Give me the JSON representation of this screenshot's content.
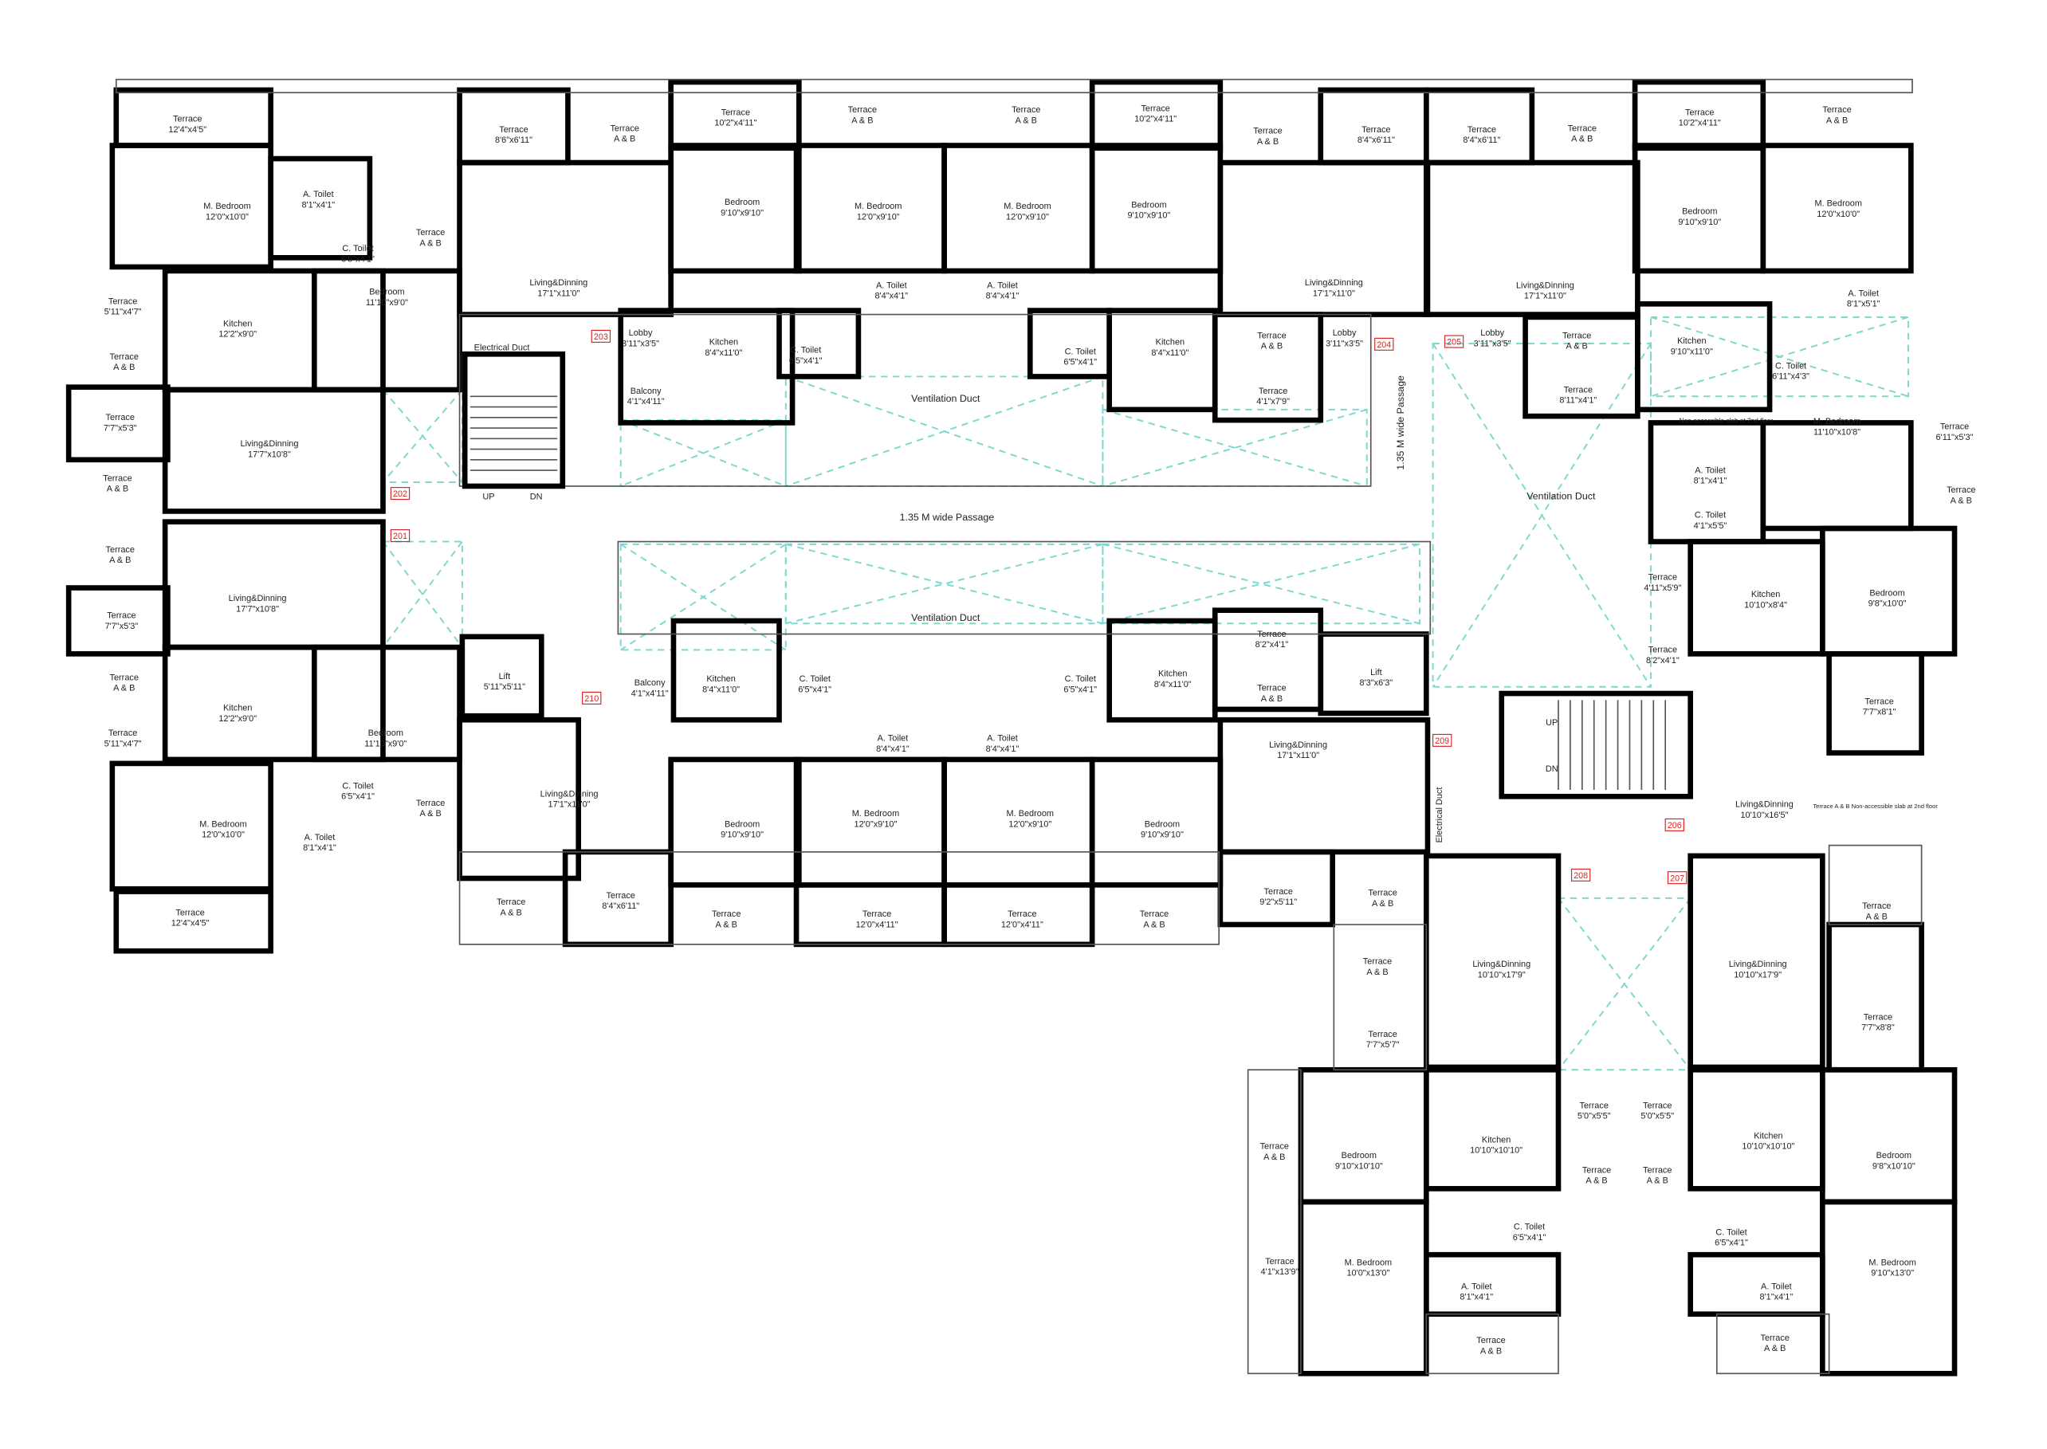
{
  "colors": {
    "walls": "#000000",
    "furniture": "#b8742a",
    "sanitary": "#1aa51a",
    "ventilation_duct": "#7fd8d0",
    "flat_numbers": "#dd2222"
  },
  "flat_numbers": [
    "201",
    "202",
    "203",
    "204",
    "205",
    "206",
    "207",
    "208",
    "209",
    "210"
  ],
  "common": {
    "passage_h": "1.35 M wide Passage",
    "passage_v": "1.35 M wide Passage",
    "vent1": "Ventilation Duct",
    "vent2": "Ventilation Duct",
    "vent3": "Ventilation Duct",
    "elec1": "Electrical Duct",
    "elec2": "Electrical Duct",
    "stair1_up": "UP",
    "stair1_dn": "DN",
    "stair2_up": "UP",
    "stair2_dn": "DN",
    "slab1": "Non-accessible slab at 2nd floor",
    "slab2": "Terrace A & B Non-accessible slab at 2nd floor"
  },
  "rooms": [
    {
      "name": "Terrace",
      "dim": "12'4\"x4'5\""
    },
    {
      "name": "M. Bedroom",
      "dim": "12'0\"x10'0\""
    },
    {
      "name": "A. Toilet",
      "dim": "8'1\"x4'1\""
    },
    {
      "name": "C. Toilet",
      "dim": "6'5\"x4'1\""
    },
    {
      "name": "Terrace",
      "dim": "A & B"
    },
    {
      "name": "Terrace",
      "dim": "5'11\"x4'7\""
    },
    {
      "name": "Kitchen",
      "dim": "12'2\"x9'0\""
    },
    {
      "name": "Bedroom",
      "dim": "11'10\"x9'0\""
    },
    {
      "name": "Terrace",
      "dim": "A & B"
    },
    {
      "name": "Terrace",
      "dim": "7'7\"x5'3\""
    },
    {
      "name": "Living&Dinning",
      "dim": "17'7\"x10'8\""
    },
    {
      "name": "Terrace",
      "dim": "A & B"
    },
    {
      "name": "Terrace",
      "dim": "A & B"
    },
    {
      "name": "Living&Dinning",
      "dim": "17'7\"x10'8\""
    },
    {
      "name": "Terrace",
      "dim": "7'7\"x5'3\""
    },
    {
      "name": "Terrace",
      "dim": "A & B"
    },
    {
      "name": "Kitchen",
      "dim": "12'2\"x9'0\""
    },
    {
      "name": "Terrace",
      "dim": "5'11\"x4'7\""
    },
    {
      "name": "Bedroom",
      "dim": "11'10\"x9'0\""
    },
    {
      "name": "C. Toilet",
      "dim": "6'5\"x4'1\""
    },
    {
      "name": "M. Bedroom",
      "dim": "12'0\"x10'0\""
    },
    {
      "name": "Terrace",
      "dim": "A & B"
    },
    {
      "name": "A. Toilet",
      "dim": "8'1\"x4'1\""
    },
    {
      "name": "Terrace",
      "dim": "12'4\"x4'5\""
    },
    {
      "name": "Lift",
      "dim": "5'11\"x5'11\""
    },
    {
      "name": "Terrace",
      "dim": "8'6\"x6'11\""
    },
    {
      "name": "Terrace",
      "dim": "A & B"
    },
    {
      "name": "Terrace",
      "dim": "10'2\"x4'11\""
    },
    {
      "name": "Terrace",
      "dim": "A & B"
    },
    {
      "name": "Terrace",
      "dim": "A & B"
    },
    {
      "name": "Terrace",
      "dim": "10'2\"x4'11\""
    },
    {
      "name": "Terrace",
      "dim": "A & B"
    },
    {
      "name": "Terrace",
      "dim": "8'4\"x6'11\""
    },
    {
      "name": "Terrace",
      "dim": "8'4\"x6'11\""
    },
    {
      "name": "Terrace",
      "dim": "A & B"
    },
    {
      "name": "Terrace",
      "dim": "10'2\"x4'11\""
    },
    {
      "name": "Terrace",
      "dim": "A & B"
    },
    {
      "name": "Living&Dinning",
      "dim": "17'1\"x11'0\""
    },
    {
      "name": "Bedroom",
      "dim": "9'10\"x9'10\""
    },
    {
      "name": "M. Bedroom",
      "dim": "12'0\"x9'10\""
    },
    {
      "name": "M. Bedroom",
      "dim": "12'0\"x9'10\""
    },
    {
      "name": "Bedroom",
      "dim": "9'10\"x9'10\""
    },
    {
      "name": "Living&Dinning",
      "dim": "17'1\"x11'0\""
    },
    {
      "name": "Living&Dinning",
      "dim": "17'1\"x11'0\""
    },
    {
      "name": "Bedroom",
      "dim": "9'10\"x9'10\""
    },
    {
      "name": "M. Bedroom",
      "dim": "12'0\"x10'0\""
    },
    {
      "name": "A. Toilet",
      "dim": "8'4\"x4'1\""
    },
    {
      "name": "A. Toilet",
      "dim": "8'4\"x4'1\""
    },
    {
      "name": "Lobby",
      "dim": "3'11\"x3'5\""
    },
    {
      "name": "Balcony",
      "dim": "4'1\"x4'11\""
    },
    {
      "name": "Kitchen",
      "dim": "8'4\"x11'0\""
    },
    {
      "name": "C. Toilet",
      "dim": "6'5\"x4'1\""
    },
    {
      "name": "C. Toilet",
      "dim": "6'5\"x4'1\""
    },
    {
      "name": "Kitchen",
      "dim": "8'4\"x11'0\""
    },
    {
      "name": "Terrace",
      "dim": "A & B"
    },
    {
      "name": "Terrace",
      "dim": "4'1\"x7'9\""
    },
    {
      "name": "Lobby",
      "dim": "3'11\"x3'5\""
    },
    {
      "name": "Lobby",
      "dim": "3'11\"x3'5\""
    },
    {
      "name": "Terrace",
      "dim": "A & B"
    },
    {
      "name": "Terrace",
      "dim": "8'11\"x4'1\""
    },
    {
      "name": "Kitchen",
      "dim": "9'10\"x11'0\""
    },
    {
      "name": "A. Toilet",
      "dim": "8'1\"x5'1\""
    },
    {
      "name": "C. Toilet",
      "dim": "6'11\"x4'3\""
    },
    {
      "name": "M. Bedroom",
      "dim": "11'10\"x10'8\""
    },
    {
      "name": "Terrace",
      "dim": "6'11\"x5'3\""
    },
    {
      "name": "A. Toilet",
      "dim": "8'1\"x4'1\""
    },
    {
      "name": "C. Toilet",
      "dim": "4'1\"x5'5\""
    },
    {
      "name": "Terrace",
      "dim": "A & B"
    },
    {
      "name": "Terrace",
      "dim": "4'11\"x5'9\""
    },
    {
      "name": "Kitchen",
      "dim": "10'10\"x8'4\""
    },
    {
      "name": "Bedroom",
      "dim": "9'8\"x10'0\""
    },
    {
      "name": "Terrace",
      "dim": "8'2\"x4'1\""
    },
    {
      "name": "Balcony",
      "dim": "4'1\"x4'11\""
    },
    {
      "name": "Kitchen",
      "dim": "8'4\"x11'0\""
    },
    {
      "name": "C. Toilet",
      "dim": "6'5\"x4'1\""
    },
    {
      "name": "C. Toilet",
      "dim": "6'5\"x4'1\""
    },
    {
      "name": "A. Toilet",
      "dim": "8'4\"x4'1\""
    },
    {
      "name": "A. Toilet",
      "dim": "8'4\"x4'1\""
    },
    {
      "name": "Kitchen",
      "dim": "8'4\"x11'0\""
    },
    {
      "name": "Terrace",
      "dim": "8'2\"x4'1\""
    },
    {
      "name": "Terrace",
      "dim": "A & B"
    },
    {
      "name": "Lift",
      "dim": "8'3\"x6'3\""
    },
    {
      "name": "Living&Dinning",
      "dim": "17'1\"x11'0\""
    },
    {
      "name": "Bedroom",
      "dim": "9'10\"x9'10\""
    },
    {
      "name": "M. Bedroom",
      "dim": "12'0\"x9'10\""
    },
    {
      "name": "M. Bedroom",
      "dim": "12'0\"x9'10\""
    },
    {
      "name": "Bedroom",
      "dim": "9'10\"x9'10\""
    },
    {
      "name": "Living&Dinning",
      "dim": "17'1\"x11'0\""
    },
    {
      "name": "Terrace",
      "dim": "9'2\"x5'11\""
    },
    {
      "name": "Terrace",
      "dim": "A & B"
    },
    {
      "name": "Terrace",
      "dim": "8'4\"x6'11\""
    },
    {
      "name": "Terrace",
      "dim": "A & B"
    },
    {
      "name": "Terrace",
      "dim": "12'0\"x4'11\""
    },
    {
      "name": "Terrace",
      "dim": "12'0\"x4'11\""
    },
    {
      "name": "Terrace",
      "dim": "A & B"
    },
    {
      "name": "Terrace",
      "dim": "A & B"
    },
    {
      "name": "Terrace",
      "dim": "7'7\"x8'1\""
    },
    {
      "name": "Living&Dinning",
      "dim": "10'10\"x16'5\""
    },
    {
      "name": "Terrace",
      "dim": "A & B"
    },
    {
      "name": "Terrace",
      "dim": "A & B"
    },
    {
      "name": "Living&Dinning",
      "dim": "10'10\"x17'9\""
    },
    {
      "name": "Living&Dinning",
      "dim": "10'10\"x17'9\""
    },
    {
      "name": "Terrace",
      "dim": "7'7\"x5'7\""
    },
    {
      "name": "Terrace",
      "dim": "7'7\"x8'8\""
    },
    {
      "name": "Terrace",
      "dim": "A & B"
    },
    {
      "name": "Bedroom",
      "dim": "9'10\"x10'10\""
    },
    {
      "name": "Kitchen",
      "dim": "10'10\"x10'10\""
    },
    {
      "name": "Kitchen",
      "dim": "10'10\"x10'10\""
    },
    {
      "name": "Terrace",
      "dim": "5'0\"x5'5\""
    },
    {
      "name": "Terrace",
      "dim": "5'0\"x5'5\""
    },
    {
      "name": "Terrace",
      "dim": "A & B"
    },
    {
      "name": "Terrace",
      "dim": "A & B"
    },
    {
      "name": "Bedroom",
      "dim": "9'8\"x10'10\""
    },
    {
      "name": "C. Toilet",
      "dim": "6'5\"x4'1\""
    },
    {
      "name": "C. Toilet",
      "dim": "6'5\"x4'1\""
    },
    {
      "name": "Terrace",
      "dim": "4'1\"x13'9\""
    },
    {
      "name": "M. Bedroom",
      "dim": "10'0\"x13'0\""
    },
    {
      "name": "A. Toilet",
      "dim": "8'1\"x4'1\""
    },
    {
      "name": "A. Toilet",
      "dim": "8'1\"x4'1\""
    },
    {
      "name": "M. Bedroom",
      "dim": "9'10\"x13'0\""
    },
    {
      "name": "Terrace",
      "dim": "A & B"
    },
    {
      "name": "Terrace",
      "dim": "A & B"
    }
  ]
}
